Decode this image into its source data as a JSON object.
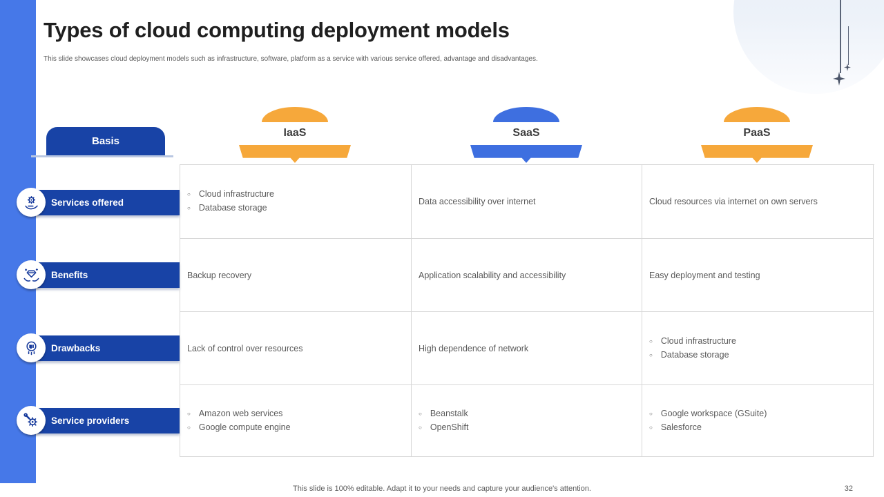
{
  "slide": {
    "title": "Types of cloud computing deployment models",
    "subtitle": "This slide showcases cloud deployment models such as infrastructure, software, platform as a service with various service offered, advantage and disadvantages.",
    "footer": "This slide is 100% editable. Adapt it to your needs and capture your audience's attention.",
    "page_number": "32"
  },
  "colors": {
    "accent_bar_blue": "#4678E8",
    "navy": "#1843A6",
    "orange": "#F6A83B",
    "header_blue": "#3E6FE0",
    "cell_text": "#595959",
    "grid_line": "#D7D7D7"
  },
  "table": {
    "basis_label": "Basis",
    "columns": [
      {
        "label": "IaaS",
        "color": "#F6A83B"
      },
      {
        "label": "SaaS",
        "color": "#3E6FE0"
      },
      {
        "label": "PaaS",
        "color": "#F6A83B"
      }
    ],
    "rows": [
      {
        "label": "Services offered",
        "icon": "hand-gear-icon",
        "cells": [
          {
            "type": "bullets",
            "items": [
              "Cloud infrastructure",
              "Database storage"
            ]
          },
          {
            "type": "text",
            "text": "Data accessibility over internet"
          },
          {
            "type": "text",
            "text": "Cloud resources via internet on own servers"
          }
        ]
      },
      {
        "label": "Benefits",
        "icon": "hands-diamond-icon",
        "cells": [
          {
            "type": "text",
            "text": "Backup recovery"
          },
          {
            "type": "text",
            "text": "Application scalability and accessibility"
          },
          {
            "type": "text",
            "text": "Easy deployment and testing"
          }
        ]
      },
      {
        "label": "Drawbacks",
        "icon": "thumbs-down-badge-icon",
        "cells": [
          {
            "type": "text",
            "text": "Lack of control over resources"
          },
          {
            "type": "text",
            "text": "High dependence of network"
          },
          {
            "type": "bullets",
            "items": [
              "Cloud infrastructure",
              "Database storage"
            ]
          }
        ]
      },
      {
        "label": "Service providers",
        "icon": "gear-wrench-icon",
        "cells": [
          {
            "type": "bullets",
            "items": [
              "Amazon web services",
              "Google compute engine"
            ]
          },
          {
            "type": "bullets",
            "items": [
              "Beanstalk",
              "OpenShift"
            ]
          },
          {
            "type": "bullets",
            "items": [
              "Google workspace (GSuite)",
              "Salesforce"
            ]
          }
        ]
      }
    ]
  }
}
